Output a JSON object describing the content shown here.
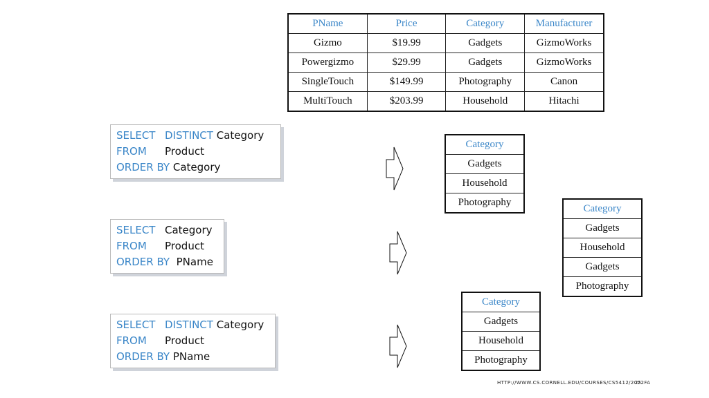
{
  "product_table": {
    "headers": [
      "PName",
      "Price",
      "Category",
      "Manufacturer"
    ],
    "rows": [
      [
        "Gizmo",
        "$19.99",
        "Gadgets",
        "GizmoWorks"
      ],
      [
        "Powergizmo",
        "$29.99",
        "Gadgets",
        "GizmoWorks"
      ],
      [
        "SingleTouch",
        "$149.99",
        "Photography",
        "Canon"
      ],
      [
        "MultiTouch",
        "$203.99",
        "Household",
        "Hitachi"
      ]
    ]
  },
  "queries": [
    {
      "select_kw": "SELECT",
      "select_kw2": "DISTINCT",
      "select_cols": "Category",
      "from_kw": "FROM",
      "from_table": "Product",
      "order_kw": "ORDER BY",
      "order_col": "Category"
    },
    {
      "select_kw": "SELECT",
      "select_cols": "Category",
      "from_kw": "FROM",
      "from_table": "Product",
      "order_kw": "ORDER BY",
      "order_col": "PName"
    },
    {
      "select_kw": "SELECT",
      "select_kw2": "DISTINCT",
      "select_cols": "Category",
      "from_kw": "FROM",
      "from_table": "Product",
      "order_kw": "ORDER BY",
      "order_col": "PName"
    }
  ],
  "results": [
    {
      "header": "Category",
      "rows": [
        "Gadgets",
        "Household",
        "Photography"
      ]
    },
    {
      "header": "Category",
      "rows": [
        "Gadgets",
        "Household",
        "Gadgets",
        "Photography"
      ]
    },
    {
      "header": "Category",
      "rows": [
        "Gadgets",
        "Household",
        "Photography"
      ]
    }
  ],
  "footer": {
    "url": "HTTP://WWW.CS.CORNELL.EDU/COURSES/CS5412/2022FA",
    "page_number": "25"
  },
  "colors": {
    "keyword": "#3a86c8",
    "header": "#3a86c8",
    "text": "#111111"
  }
}
